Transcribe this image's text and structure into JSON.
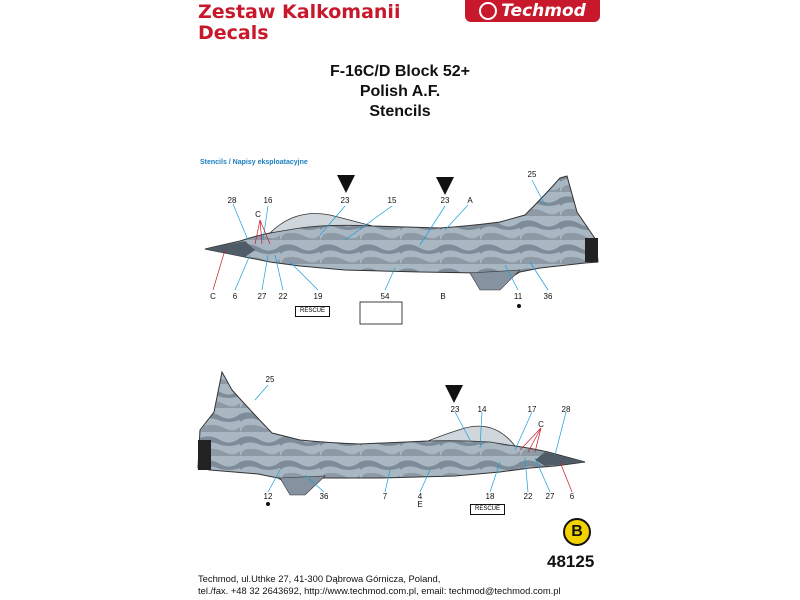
{
  "header": {
    "title_line1": "Zestaw Kalkomanii",
    "title_line2": "Decals",
    "brand": "Techmod"
  },
  "sheet": {
    "line1": "F-16C/D Block 52+",
    "line2": "Polish A.F.",
    "line3": "Stencils"
  },
  "section_label": "Stencils / Napisy eksploatacyjne",
  "upper_callouts": [
    "28",
    "16",
    "C",
    "23",
    "15",
    "23",
    "A",
    "25",
    "C",
    "6",
    "27",
    "22",
    "19",
    "54",
    "B",
    "11",
    "36"
  ],
  "lower_callouts": [
    "25",
    "23",
    "14",
    "17",
    "28",
    "C",
    "12",
    "36",
    "7",
    "4",
    "E",
    "18",
    "22",
    "27",
    "6"
  ],
  "rescue_label": "RESCUE",
  "category_badge": "B",
  "sku": "48125",
  "footer": {
    "line1": "Techmod, ul.Uthke 27, 41-300 Dąbrowa Górnicza, Poland,",
    "line2": "tel./fax. +48 32 2643692, http://www.techmod.com.pl, email: techmod@techmod.com.pl"
  },
  "colors": {
    "brand_red": "#c8192c",
    "camo_light": "#a9b7c3",
    "camo_dark": "#6f7d8b",
    "leader_blue": "#1a9ed8",
    "leader_red": "#c8192c",
    "badge_yellow": "#f2d200"
  }
}
